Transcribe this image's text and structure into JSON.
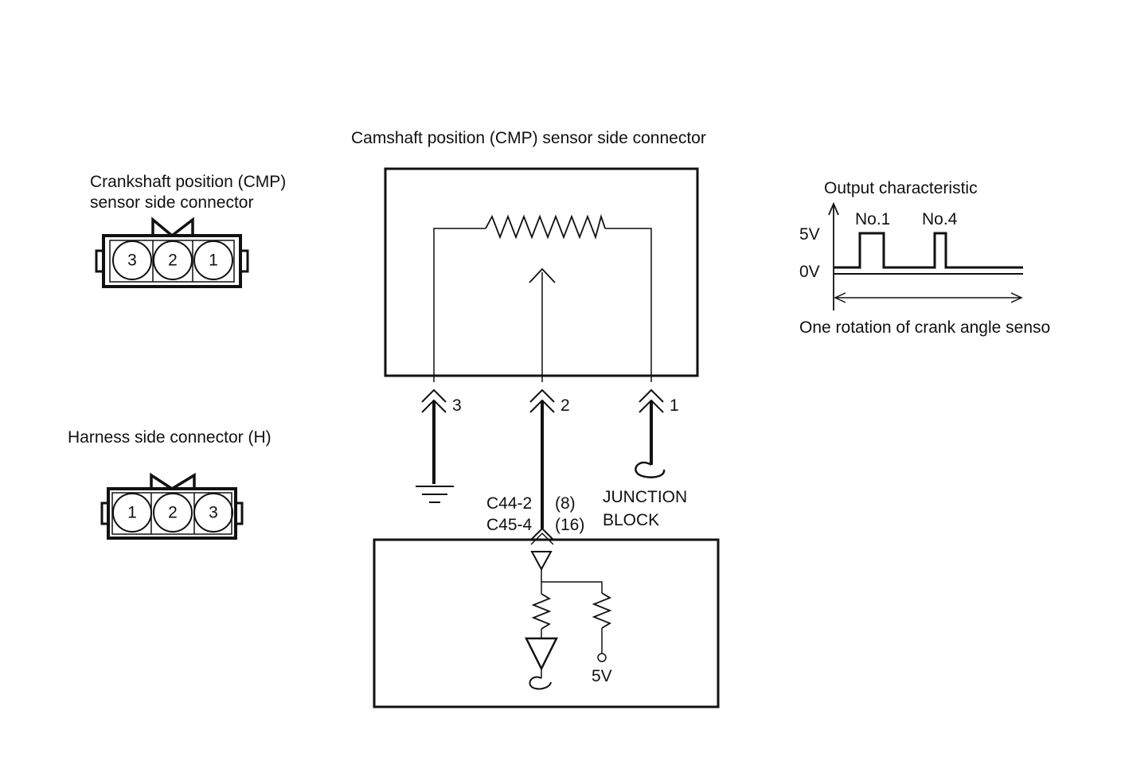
{
  "title": "Camshaft position (CMP) sensor side connector",
  "crank_connector": {
    "label_line1": "Crankshaft position (CMP)",
    "label_line2": "sensor side connector",
    "pins": [
      "3",
      "2",
      "1"
    ]
  },
  "harness_connector": {
    "label": "Harness side connector (H)",
    "pins": [
      "1",
      "2",
      "3"
    ]
  },
  "sensor_terminals": {
    "t3": "3",
    "t2": "2",
    "t1": "1"
  },
  "ecu_pins": {
    "c44": "C44-2",
    "c44_num": "(8)",
    "c45": "C45-4",
    "c45_num": "(16)"
  },
  "junction_block": {
    "line1": "JUNCTION",
    "line2": "BLOCK"
  },
  "supply_voltage": "5V",
  "output_characteristic": {
    "title": "Output characteristic",
    "pulse1": "No.1",
    "pulse2": "No.4",
    "high": "5V",
    "low": "0V",
    "span_label": "One rotation of crank angle senso"
  }
}
